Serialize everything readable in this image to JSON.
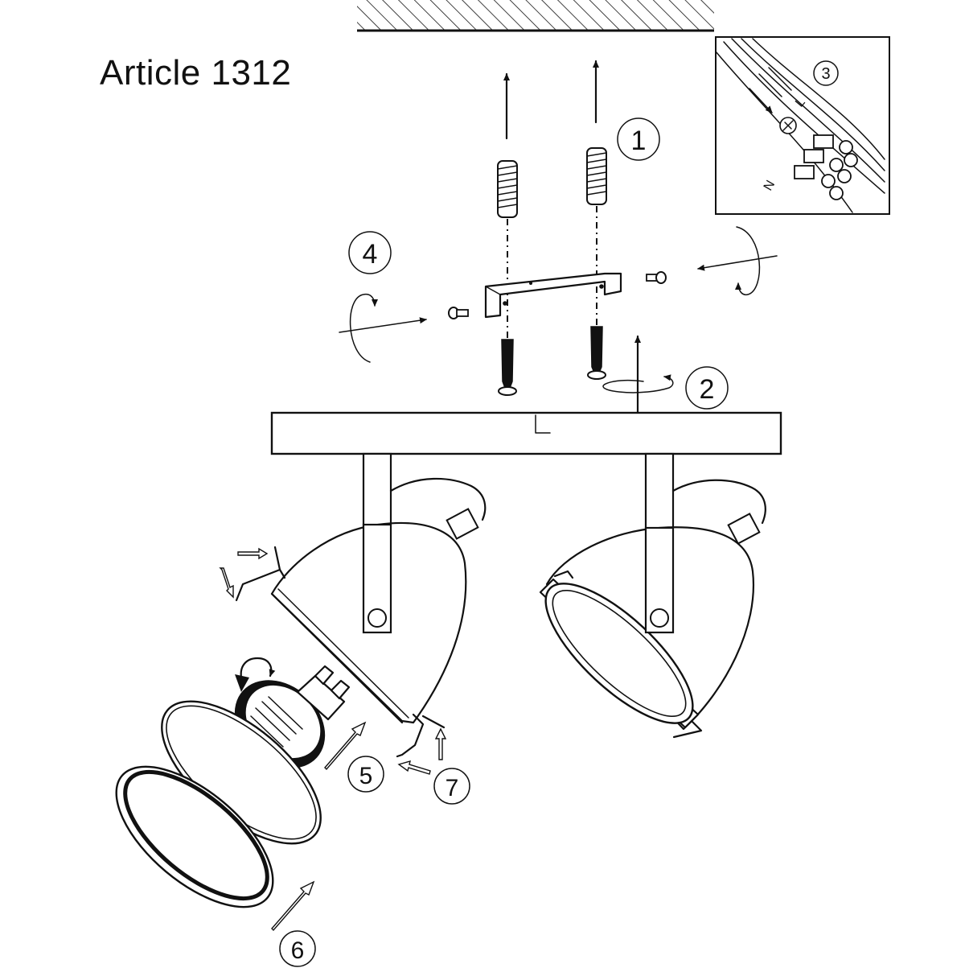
{
  "title": "Article 1312",
  "steps": {
    "s1": "1",
    "s2": "2",
    "s3": "3",
    "s4": "4",
    "s5": "5",
    "s6": "6",
    "s7": "7"
  },
  "wiring": {
    "live": "L",
    "neutral": "N"
  }
}
